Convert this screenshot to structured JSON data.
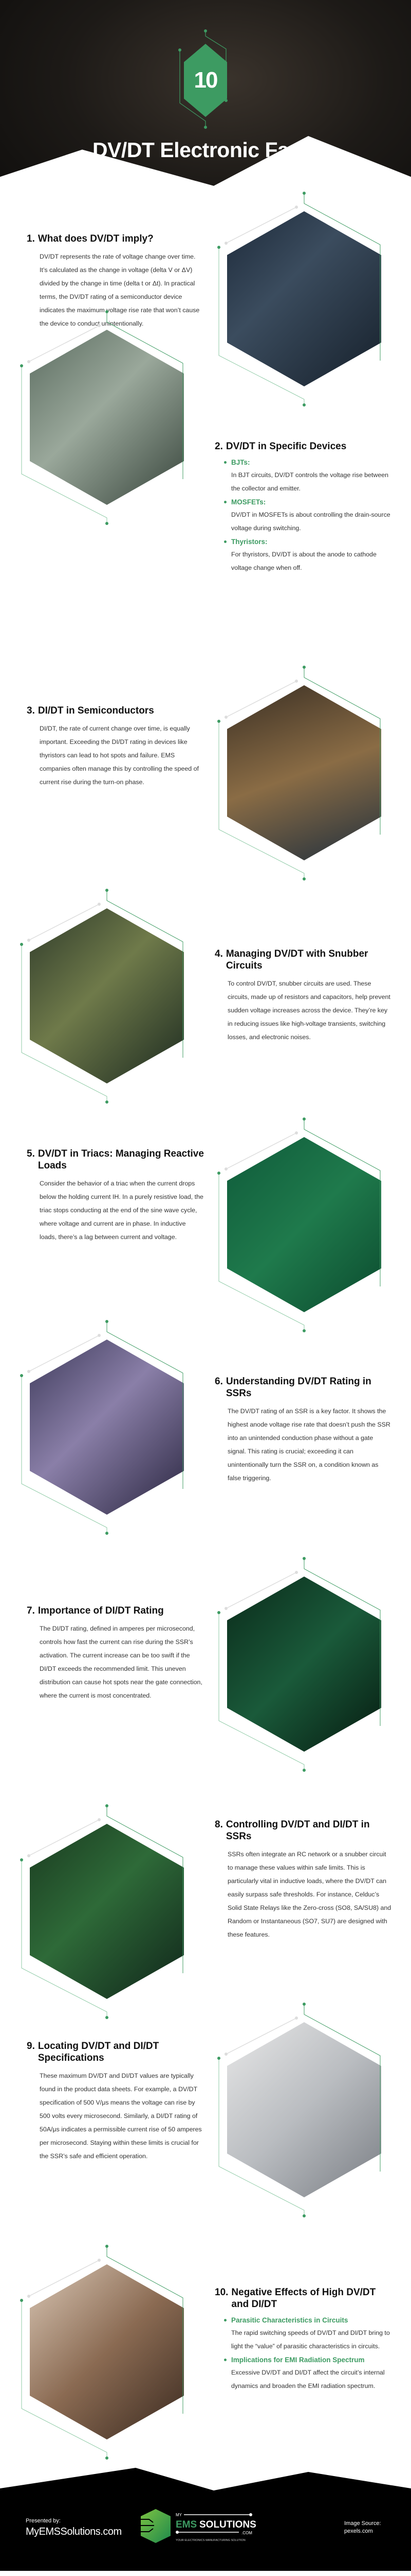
{
  "header": {
    "badge": "10",
    "title": "DV/DT Electronic Facts"
  },
  "colors": {
    "accent": "#3d9b62",
    "dark": "#000000"
  },
  "sections": [
    {
      "num": "1.",
      "title": "What does DV/DT imply?",
      "body": "DV/DT represents the rate of voltage change over time. It’s calculated as the change in voltage (delta V or ΔV) divided by the change in time (delta t or Δt). In practical terms, the DV/DT rating of a semiconductor device indicates the maximum voltage rise rate that won’t cause the device to conduct unintentionally."
    },
    {
      "num": "2.",
      "title": "DV/DT in Specific Devices",
      "bullets": [
        {
          "head": "BJTs:",
          "text": "In BJT circuits, DV/DT controls the voltage rise between the collector and emitter."
        },
        {
          "head": "MOSFETs:",
          "text": "DV/DT in MOSFETs is about controlling the drain-source voltage during switching."
        },
        {
          "head": "Thyristors:",
          "text": "For thyristors, DV/DT is about the anode to cathode voltage change when off."
        }
      ]
    },
    {
      "num": "3.",
      "title": "DI/DT in Semiconductors",
      "body": "DI/DT, the rate of current change over time, is equally important. Exceeding the DI/DT rating in devices like thyristors can lead to hot spots and failure. EMS companies often manage this by controlling the speed of current rise during the turn-on phase."
    },
    {
      "num": "4.",
      "title": "Managing DV/DT with Snubber Circuits",
      "body": "To control DV/DT, snubber circuits are used. These circuits, made up of resistors and capacitors, help prevent sudden voltage increases across the device. They’re key in reducing issues like high-voltage transients, switching losses, and electronic noises."
    },
    {
      "num": "5.",
      "title": "DV/DT in Triacs: Managing Reactive Loads",
      "body": "Consider the behavior of a triac when the current drops below the holding current IH. In a purely resistive load, the triac stops conducting at the end of the sine wave cycle, where voltage and current are in phase. In inductive loads, there’s a lag between current and voltage."
    },
    {
      "num": "6.",
      "title": "Understanding DV/DT Rating in SSRs",
      "body": "The DV/DT rating of an SSR is a key factor. It shows the highest anode voltage rise rate that doesn’t push the SSR into an unintended conduction phase without a gate signal. This rating is crucial; exceeding it can unintentionally turn the SSR on, a condition known as false triggering."
    },
    {
      "num": "7.",
      "title": "Importance of DI/DT Rating",
      "body": "The DI/DT rating, defined in amperes per microsecond, controls how fast the current can rise during the SSR’s activation. The current increase can be too swift if the DI/DT exceeds the recommended limit. This uneven distribution can cause hot spots near the gate connection, where the current is most concentrated."
    },
    {
      "num": "8.",
      "title": "Controlling DV/DT and DI/DT in SSRs",
      "body": "SSRs often integrate an RC network or a snubber circuit to manage these values within safe limits. This is particularly vital in inductive loads, where the DV/DT can easily surpass safe thresholds. For instance, Celduc’s Solid State Relays like the Zero-cross (SO8, SA/SU8) and Random or Instantaneous (SO7, SU7) are designed with these features."
    },
    {
      "num": "9.",
      "title": "Locating DV/DT and DI/DT Specifications",
      "body": "These maximum DV/DT and DI/DT values are typically found in the product data sheets. For example, a DV/DT specification of 500 V/μs means the voltage can rise by 500 volts every microsecond. Similarly, a DI/DT rating of 50A/μs indicates a permissible current rise of 50 amperes per microsecond. Staying within these limits is crucial for the SSR’s safe and efficient operation."
    },
    {
      "num": "10.",
      "title": "Negative Effects of High DV/DT and DI/DT",
      "bullets": [
        {
          "head": "Parasitic Characteristics in Circuits",
          "text": "The rapid switching speeds of DV/DT and DI/DT bring to light the “value” of parasitic characteristics in circuits."
        },
        {
          "head": "Implications for EMI Radiation Spectrum",
          "text": "Excessive DV/DT and DI/DT affect the circuit’s internal dynamics and broaden the EMI radiation spectrum."
        }
      ]
    }
  ],
  "footer": {
    "presented_label": "Presented by:",
    "site": "MyEMSSolutions.com",
    "logo_text": {
      "my": "MY",
      "ems": "EMS",
      "solutions": "SOLUTIONS",
      "com": ".COM",
      "tagline": "YOUR ELECTRONICS MANUFACTURING SOLUTION"
    },
    "source_label": "Image Source:",
    "source": "pexels.com"
  }
}
